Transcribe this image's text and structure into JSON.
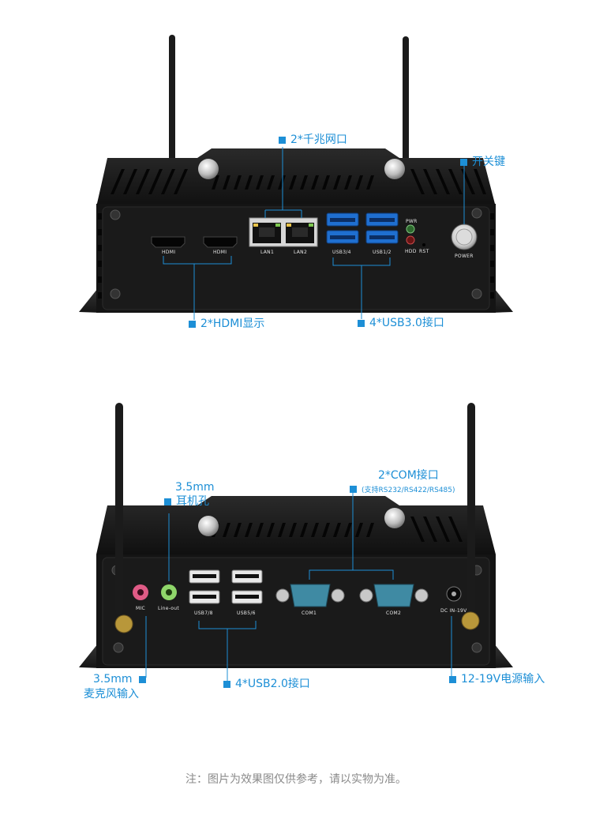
{
  "top_device": {
    "callouts": {
      "lan": "2*千兆网口",
      "power_button": "开关键",
      "hdmi": "2*HDMI显示",
      "usb3": "4*USB3.0接口"
    },
    "port_labels": {
      "hdmi1": "HDMI",
      "hdmi2": "HDMI",
      "lan1": "LAN1",
      "lan2": "LAN2",
      "usb34": "USB3/4",
      "usb12": "USB1/2",
      "pwr": "PWR",
      "hdd": "HDD",
      "rst": "RST",
      "power": "POWER"
    }
  },
  "bottom_device": {
    "callouts": {
      "line_out_size": "3.5mm",
      "line_out": "耳机孔",
      "com": "2*COM接口",
      "com_sub": "(支持RS232/RS422/RS485)",
      "mic_size": "3.5mm",
      "mic": "麦克风输入",
      "usb2": "4*USB2.0接口",
      "dc": "12-19V电源输入"
    },
    "port_labels": {
      "mic": "MIC",
      "line_out": "Line-out",
      "usb78": "USB7/8",
      "usb56": "USB5/6",
      "com1": "COM1",
      "com2": "COM2",
      "dc_in": "DC IN-19V"
    }
  },
  "colors": {
    "accent": "#1d8fd6",
    "chassis": "#151515",
    "usb3_blue": "#1f6fd0",
    "com_teal": "#3f8aa3",
    "mic_pink": "#e05b86",
    "line_out_green": "#8fd66a"
  },
  "footnote": "注：图片为效果图仅供参考，请以实物为准。"
}
